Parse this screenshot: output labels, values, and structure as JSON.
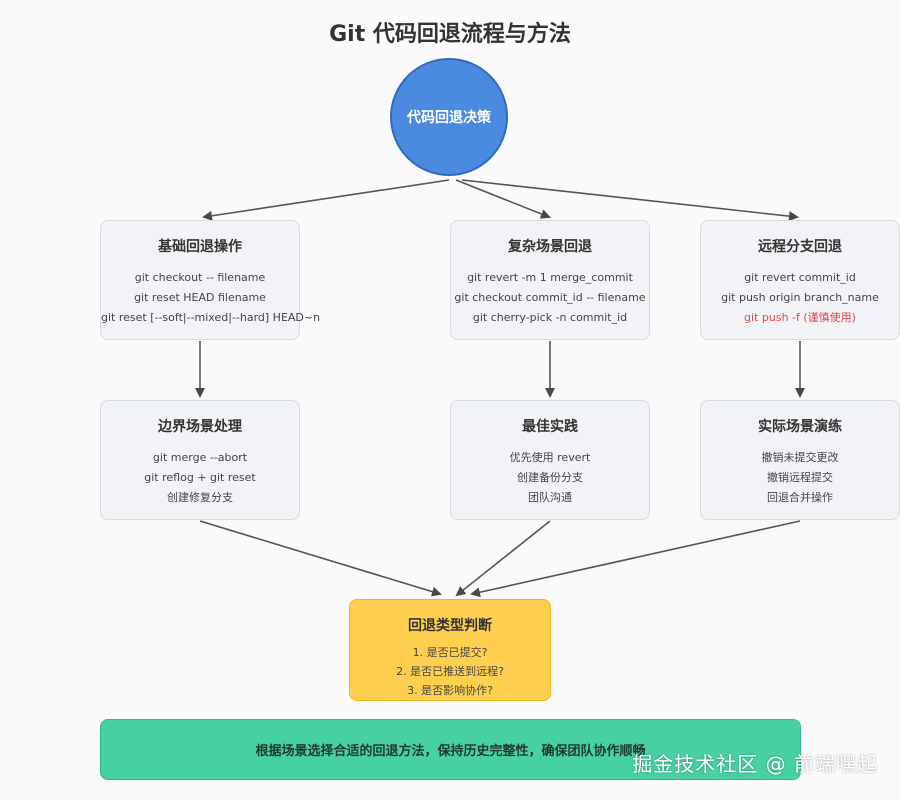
{
  "title": "Git 代码回退流程与方法",
  "root": "代码回退决策",
  "boxes": {
    "basic": {
      "title": "基础回退操作",
      "lines": [
        "git checkout -- filename",
        "git reset HEAD filename",
        "git reset [--soft|--mixed|--hard] HEAD~n"
      ]
    },
    "complex": {
      "title": "复杂场景回退",
      "lines": [
        "git revert -m 1 merge_commit",
        "git checkout commit_id -- filename",
        "git cherry-pick -n commit_id"
      ]
    },
    "remote": {
      "title": "远程分支回退",
      "lines": [
        "git revert commit_id",
        "git push origin branch_name",
        "git push -f (谨慎使用)"
      ]
    },
    "edge": {
      "title": "边界场景处理",
      "lines": [
        "git merge --abort",
        "git reflog + git reset",
        "创建修复分支"
      ]
    },
    "best": {
      "title": "最佳实践",
      "lines": [
        "优先使用 revert",
        "创建备份分支",
        "团队沟通"
      ]
    },
    "practice": {
      "title": "实际场景演练",
      "lines": [
        "撤销未提交更改",
        "撤销远程提交",
        "回退合并操作"
      ]
    }
  },
  "decision": {
    "title": "回退类型判断",
    "lines": [
      "1. 是否已提交?",
      "2. 是否已推送到远程?",
      "3. 是否影响协作?"
    ]
  },
  "footer": "根据场景选择合适的回退方法，保持历史完整性，确保团队协作顺畅",
  "watermark": "掘金技术社区 @ 前端嘿起",
  "colors": {
    "root": "#4a8be0",
    "decision": "#ffd04f",
    "footer": "#48d1a0",
    "warning_text": "#e2474f",
    "arrow": "#555555"
  }
}
